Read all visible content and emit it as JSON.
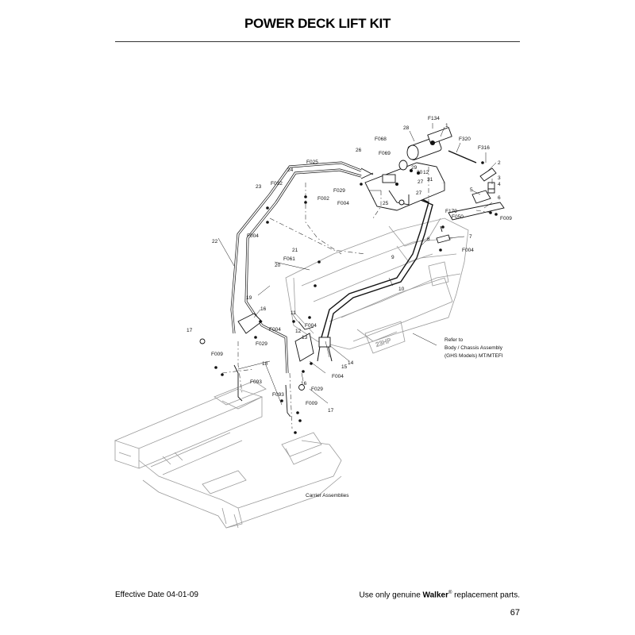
{
  "page": {
    "title": "POWER DECK LIFT KIT",
    "effective_date": "Effective Date 04-01-09",
    "footer_pre": "Use only genuine",
    "footer_brand": "Walker",
    "footer_reg": "®",
    "footer_post": "replacement parts.",
    "page_number": "67"
  },
  "diagram": {
    "engine_decal": "23HP",
    "notes": {
      "refer": [
        "Refer to",
        "Body / Chassis Assembly",
        "(GHS Models) MT/MTEFI"
      ],
      "carrier": "Carrier Assemblies"
    },
    "callouts": {
      "F134": "F134",
      "n28": "28",
      "n1": "1",
      "F320": "F320",
      "F068": "F068",
      "n26": "26",
      "F069": "F069",
      "F316": "F316",
      "n2": "2",
      "n29": "29",
      "n30": "30",
      "n12a": "12",
      "n31": "31",
      "F025": "F025",
      "n24": "24",
      "n27": "27",
      "n3": "3",
      "n4": "4",
      "n23": "23",
      "F032": "F032",
      "F029a": "F029",
      "F002": "F002",
      "F004a": "F004",
      "n25": "25",
      "n5": "5",
      "n6": "6",
      "F179": "F179",
      "F050": "F050",
      "F009a": "F009",
      "F004b": "F004",
      "n22": "22",
      "n7": "7",
      "n8": "8",
      "F004c": "F004",
      "n21": "21",
      "n9": "9",
      "F061": "F061",
      "n20": "20",
      "n10": "10",
      "n19": "19",
      "n16a": "16",
      "n11": "11",
      "F004d": "F004",
      "n17a": "17",
      "F029b": "F029",
      "n12b": "12",
      "n13": "13",
      "n14": "14",
      "F009b": "F009",
      "n15": "15",
      "n16b": "16",
      "n18": "18",
      "F004e": "F004",
      "F093a": "F093",
      "F029c": "F029",
      "F093b": "F093",
      "F009c": "F009",
      "n17b": "17",
      "F004f": "F004"
    }
  }
}
